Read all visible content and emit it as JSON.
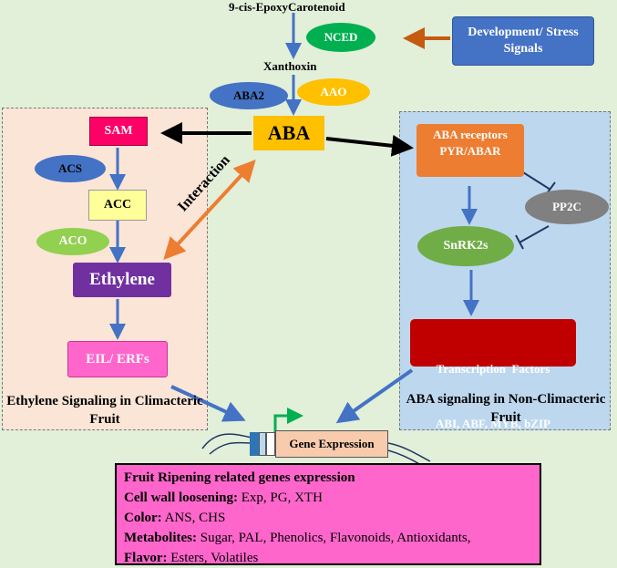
{
  "top": {
    "precursor": "9-cis-EpoxyCarotenoid",
    "nced": "NCED",
    "development_signals": "Development/ Stress Signals",
    "xanthoxin": "Xanthoxin",
    "aba2": "ABA2",
    "aao": "AAO",
    "aba": "ABA"
  },
  "left_panel": {
    "sam": "SAM",
    "acs": "ACS",
    "acc": "ACC",
    "aco": "ACO",
    "ethylene": "Ethylene",
    "eil_erfs": "EIL/ ERFs",
    "caption": "Ethylene Signaling in Climacteric Fruit"
  },
  "interaction_label": "Interaction",
  "right_panel": {
    "receptors_line1": "ABA receptors",
    "receptors_line2": "PYR/ABAR",
    "pp2c": "PP2C",
    "snrk2s": "SnRK2s",
    "tf_line1": "Transcription  Factors",
    "tf_line2": "ABI, ABF, MYB, bZIP",
    "caption": "ABA signaling in Non-Climacteric Fruit"
  },
  "gene_expression": "Gene Expression",
  "info_box": {
    "title": "Fruit Ripening related genes expression",
    "rows": [
      {
        "label": "Cell wall loosening:",
        "value": "Exp, PG, XTH"
      },
      {
        "label": "Color:",
        "value": "ANS, CHS"
      },
      {
        "label": "Metabolites:",
        "value": "Sugar, PAL, Phenolics, Flavonoids, Antioxidants,"
      },
      {
        "label": "Flavor:",
        "value": "Esters, Volatiles"
      }
    ]
  },
  "colors": {
    "blue_ellipse": "#4472c4",
    "green_ellipse": "#00b050",
    "gold": "#ffc000",
    "sam": "#ff0066",
    "acc": "#ffff99",
    "ethylene": "#7030a0",
    "eil": "#ff66cc",
    "receptor": "#ed7d31",
    "pp2c": "#808080",
    "snrk": "#70ad47",
    "tf": "#c00000",
    "gene": "#f8cbad"
  }
}
